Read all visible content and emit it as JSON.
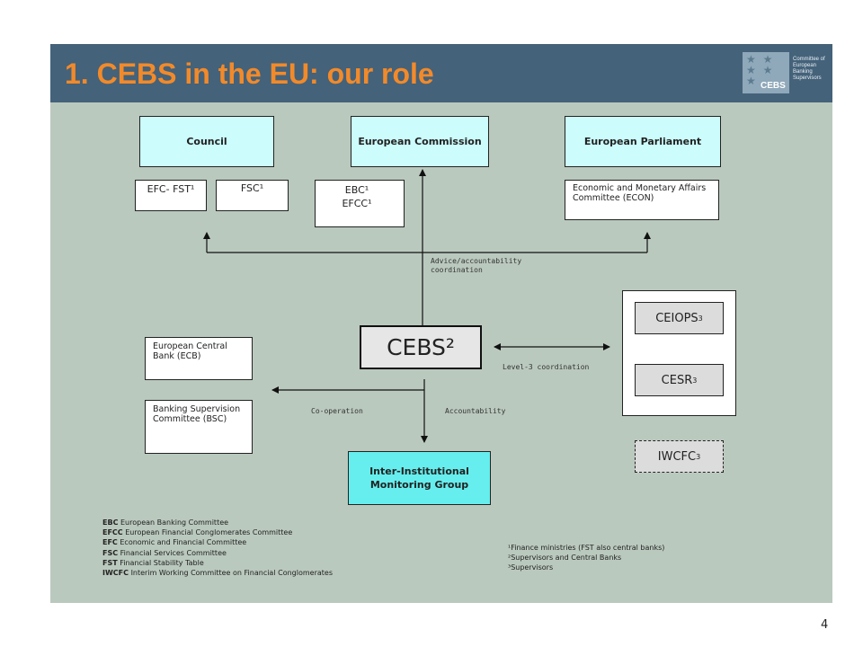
{
  "title": "1. CEBS in the EU: our role",
  "logo": {
    "text": "CEBS",
    "subtitle": "Committee of European Banking Supervisors"
  },
  "top_boxes": {
    "council": "Council",
    "commission": "European Commission",
    "parliament": "European Parliament"
  },
  "sub_boxes": {
    "efc_fst": "EFC- FST¹",
    "fsc": "FSC¹",
    "ebc_efcc_1": "EBC¹",
    "ebc_efcc_2": "EFCC¹",
    "econ": "Economic and Monetary Affairs Committee (ECON)"
  },
  "center": "CEBS²",
  "left_boxes": {
    "ecb": "European Central Bank (ECB)",
    "bsc": "Banking Supervision Committee (BSC)"
  },
  "right_group": {
    "ceiops": "CEIOPS",
    "ceiops_sup": "3",
    "cesr": "CESR",
    "cesr_sup": "3",
    "iwcfc": "IWCFC",
    "iwcfc_sup": "3"
  },
  "bottom_box": "Inter-Institutional Monitoring Group",
  "labels": {
    "advice": "Advice/accountability coordination",
    "level3": "Level-3 coordination",
    "cooperation": "Co-operation",
    "accountability": "Accountability"
  },
  "legend": [
    {
      "abbr": "EBC",
      "text": "European Banking Committee"
    },
    {
      "abbr": "EFCC",
      "text": "European Financial Conglomerates Committee"
    },
    {
      "abbr": "EFC",
      "text": "Economic and Financial Committee"
    },
    {
      "abbr": "FSC",
      "text": "Financial Services Committee"
    },
    {
      "abbr": "FST",
      "text": "Financial Stability Table"
    },
    {
      "abbr": "IWCFC",
      "text": "Interim Working Committee on Financial Conglomerates"
    }
  ],
  "footnotes": [
    "¹Finance ministries (FST also central banks)",
    "²Supervisors and Central Banks",
    "³Supervisors"
  ],
  "page_number": "4"
}
